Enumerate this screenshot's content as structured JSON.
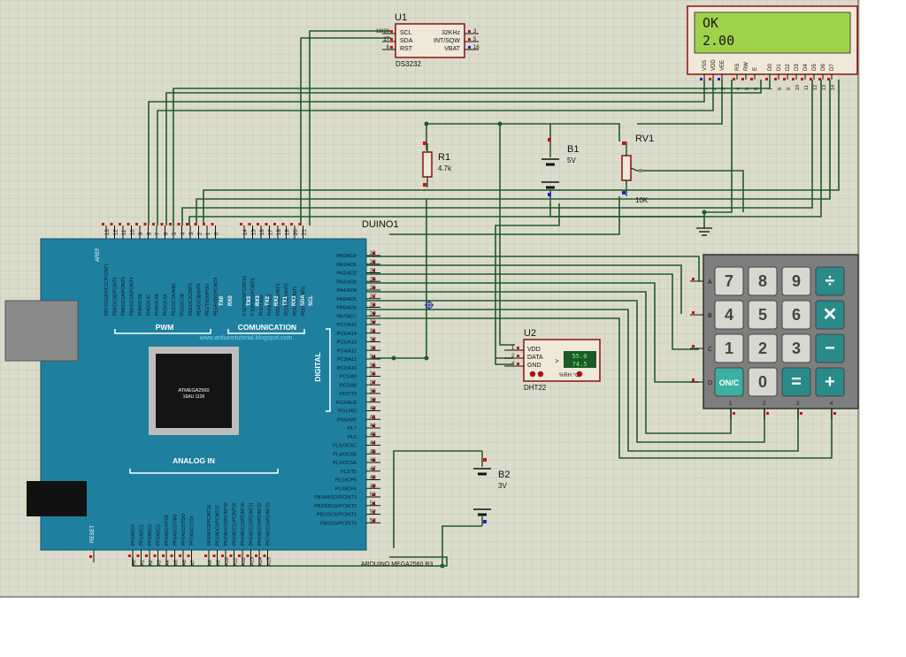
{
  "colors": {
    "grid_bg": "#d9d9c8",
    "grid_line": "#c4c4b2",
    "wire": "#1e5a2a",
    "board": "#1f7f9f",
    "lcd_screen": "#9fd24a",
    "component_fill": "#f0e8d8",
    "component_stroke": "#8a1010",
    "keypad_body": "#7e7e7e",
    "key_gray": "#d8d8d0",
    "key_teal": "#2a8a8a",
    "key_green": "#3cb0a0"
  },
  "lcd": {
    "line1": "OK",
    "line2": "2.00",
    "pin_labels": [
      "VSS",
      "VDD",
      "VEE",
      "RS",
      "RW",
      "E",
      "D0",
      "D1",
      "D2",
      "D3",
      "D4",
      "D5",
      "D6",
      "D7"
    ],
    "pin_numbers": [
      "1",
      "2",
      "3",
      "4",
      "5",
      "6",
      "7",
      "8",
      "9",
      "10",
      "11",
      "12",
      "13",
      "14"
    ]
  },
  "u1": {
    "ref": "U1",
    "part": "DS3232",
    "pins_left": [
      "SCL",
      "SDA",
      "RST"
    ],
    "pins_left_nums": [
      "18/20",
      "17",
      "6"
    ],
    "pins_right": [
      "32KHz",
      "INT/SQW",
      "VBAT"
    ],
    "pins_right_nums": [
      "3",
      "5",
      "16"
    ]
  },
  "r1": {
    "ref": "R1",
    "value": "4.7k"
  },
  "b1": {
    "ref": "B1",
    "value": "5V"
  },
  "rv1": {
    "ref": "RV1",
    "value": "10K"
  },
  "b2": {
    "ref": "B2",
    "value": "3V"
  },
  "u2": {
    "ref": "U2",
    "part": "DHT22",
    "pins": [
      "VDD",
      "DATA",
      "GND"
    ],
    "pin_nums": [
      "1",
      "2",
      "4"
    ],
    "readout1": "55.0",
    "readout2": "74.5",
    "unit": "%RH    °C"
  },
  "board": {
    "ref": "DUINO1",
    "name": "ARDUINO MEGA2560 R3",
    "chip_line1": "ATMEGA2560",
    "chip_line2": "16AU 1126",
    "link": "www.arduinotutorial.blogspot.com",
    "pwm": "PWM",
    "comm": "COMUNICATION",
    "digital": "DIGITAL",
    "analog": "ANALOG IN",
    "reset": "RESET",
    "aref": "AREF",
    "top_pins": [
      "13",
      "12",
      "11",
      "10",
      "9",
      "8",
      "7",
      "6",
      "5",
      "4",
      "3",
      "2",
      "1",
      "0",
      "14",
      "15",
      "16",
      "17",
      "18",
      "19",
      "20",
      "21"
    ],
    "top_labels": [
      "PB7/OC0A/OC1C/PCINT7",
      "PB6/OC1B/PCINT6",
      "PB5/OC1A/PCINT5",
      "PB4/OC2A/PCINT4",
      "PH6/OC2B",
      "PH5/OC4C",
      "PH4/OC4B",
      "PH3/OC4A",
      "PE3/OC3A/AIN1",
      "PG5/OC0B",
      "PE5/OC3C/INT5",
      "PE4/OC3B/INT4",
      "PE1/TXD0/PDO",
      "PE0/RXD0/PCINT8",
      "PJ1/TXD3/PCINT10",
      "PJ0/RXD3/PCINT9",
      "PH1/TXD2",
      "PH0/RXD2",
      "PD3/TXD1/INT3",
      "PD2/RXD1/INT2",
      "PD1/SDA/INT1",
      "PD0/SCL/INT0"
    ],
    "comm_labels": [
      "TX0",
      "RX0",
      "TX3",
      "RX3",
      "TX2",
      "RX2",
      "TX1",
      "RX1",
      "SDA",
      "SCL"
    ],
    "right_pins": [
      "22",
      "23",
      "24",
      "25",
      "26",
      "27",
      "28",
      "29",
      "30",
      "31",
      "32",
      "33",
      "34",
      "35",
      "36",
      "37",
      "38",
      "39",
      "40",
      "41",
      "42",
      "43",
      "44",
      "45",
      "46",
      "47",
      "48",
      "49",
      "50",
      "51",
      "52",
      "53"
    ],
    "right_labels": [
      "PA0/AD0",
      "PA1/AD1",
      "PA2/AD2",
      "PA3/AD3",
      "PA4/AD4",
      "PA5/AD5",
      "PA6/AD6",
      "PA7/AD7",
      "PC7/A15",
      "PC6/A14",
      "PC5/A13",
      "PC4/A12",
      "PC3/A11",
      "PC2/A10",
      "PC1/A9",
      "PC0/A8",
      "PD7/T0",
      "PG2/ALE",
      "PG1/RD",
      "PG0/WR",
      "PL7",
      "PL6",
      "PL5/OC5C",
      "PL4/OC5B",
      "PL3/OC5A",
      "PL2/T5",
      "PL1/ICP5",
      "PL0/ICP4",
      "PB3/MISO/PCINT3",
      "PB2/MOSI/PCINT2",
      "PB1/SCK/PCINT1",
      "PB0/SS/PCINT0"
    ],
    "bottom_pins": [
      "A0",
      "A1",
      "A2",
      "A3",
      "A4",
      "A5",
      "A6",
      "A7",
      "A8",
      "A9",
      "A10",
      "A11",
      "A12",
      "A13",
      "A14",
      "A15"
    ],
    "bottom_labels": [
      "PF0/ADC0",
      "PF1/ADC1",
      "PF2/ADC2",
      "PF3/ADC3",
      "PF4/ADC4/TCK",
      "PF5/ADC5/TMS",
      "PF6/ADC6/TDO",
      "PF7/ADC7/TDI",
      "PK0/ADC8/PCINT16",
      "PK1/ADC9/PCINT17",
      "PK2/ADC10/PCINT18",
      "PK3/ADC11/PCINT19",
      "PK4/ADC12/PCINT20",
      "PK5/ADC13/PCINT21",
      "PK6/ADC14/PCINT22",
      "PK7/ADC15/PCINT23"
    ]
  },
  "keypad": {
    "rows": [
      "A",
      "B",
      "C",
      "D"
    ],
    "cols": [
      "1",
      "2",
      "3",
      "4"
    ],
    "keys": [
      [
        {
          "label": "7",
          "style": "gray"
        },
        {
          "label": "8",
          "style": "gray"
        },
        {
          "label": "9",
          "style": "gray"
        },
        {
          "label": "÷",
          "style": "teal"
        }
      ],
      [
        {
          "label": "4",
          "style": "gray"
        },
        {
          "label": "5",
          "style": "gray"
        },
        {
          "label": "6",
          "style": "gray"
        },
        {
          "label": "✕",
          "style": "teal"
        }
      ],
      [
        {
          "label": "1",
          "style": "gray"
        },
        {
          "label": "2",
          "style": "gray"
        },
        {
          "label": "3",
          "style": "gray"
        },
        {
          "label": "−",
          "style": "teal"
        }
      ],
      [
        {
          "label": "ON/C",
          "style": "green"
        },
        {
          "label": "0",
          "style": "gray"
        },
        {
          "label": "=",
          "style": "blue"
        },
        {
          "label": "+",
          "style": "teal"
        }
      ]
    ]
  }
}
